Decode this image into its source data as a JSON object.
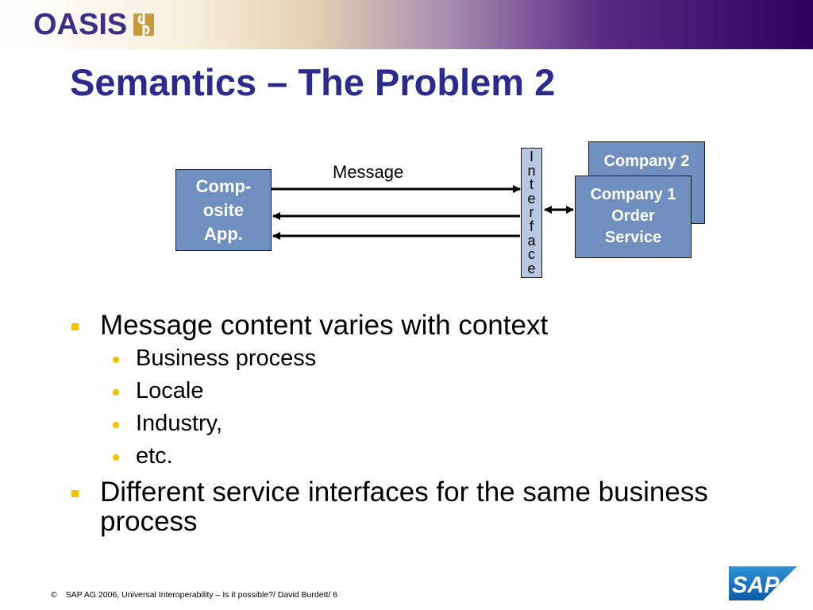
{
  "header": {
    "logo_text": "OASIS"
  },
  "slide": {
    "title": "Semantics – The Problem 2"
  },
  "diagram": {
    "composite_box": [
      "Comp-",
      "osite",
      "App."
    ],
    "message_label": "Message",
    "interface_letters": [
      "I",
      "n",
      "t",
      "e",
      "r",
      "f",
      "a",
      "c",
      "e"
    ],
    "company2_label": "Company 2",
    "company1_box": [
      "Company 1",
      "Order",
      "Service"
    ]
  },
  "bullets": [
    {
      "text": "Message content varies with context",
      "sub": [
        "Business process",
        "Locale",
        "Industry,",
        "etc."
      ]
    },
    {
      "text": "Different service interfaces for the same business process",
      "sub": []
    }
  ],
  "footer": {
    "copyright_symbol": "©",
    "text": "SAP AG 2006, Universal Interoperability – Is it possible?/ David Burdett/ 6"
  },
  "sap_logo_text": "SAP",
  "colors": {
    "title": "#2b2b8f",
    "box": "#6f8fbe",
    "interface": "#b8c8e2",
    "bullet": "#f5c000"
  }
}
